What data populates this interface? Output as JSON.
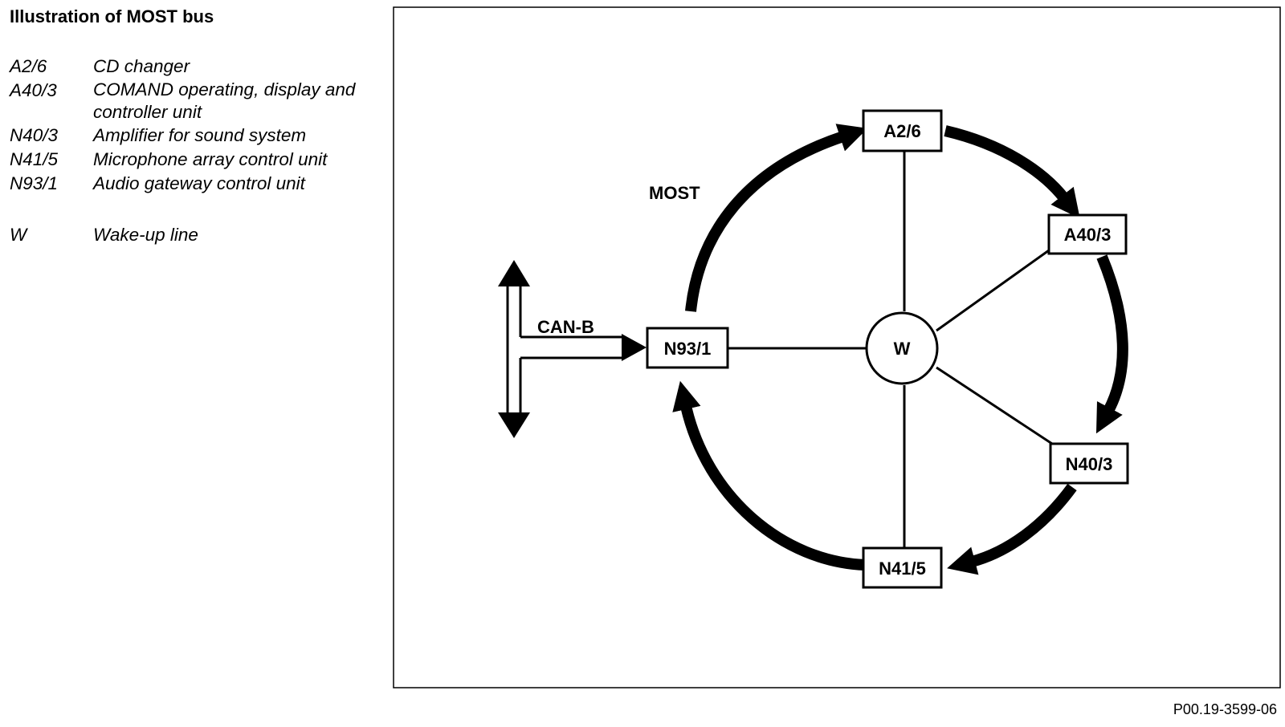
{
  "title": "Illustration of MOST bus",
  "legend": [
    {
      "code": "A2/6",
      "description": "CD changer"
    },
    {
      "code": "A40/3",
      "description": "COMAND operating, display and controller unit"
    },
    {
      "code": "N40/3",
      "description": "Amplifier for sound system"
    },
    {
      "code": "N41/5",
      "description": "Microphone array control unit"
    },
    {
      "code": "N93/1",
      "description": "Audio gateway control unit"
    },
    {
      "code": "W",
      "description": "Wake-up line"
    }
  ],
  "diagram": {
    "bus_label": "MOST",
    "can_label": "CAN-B",
    "hub_label": "W",
    "nodes": {
      "a2_6": "A2/6",
      "a40_3": "A40/3",
      "n40_3": "N40/3",
      "n41_5": "N41/5",
      "n93_1": "N93/1"
    }
  },
  "figure_id": "P00.19-3599-06"
}
